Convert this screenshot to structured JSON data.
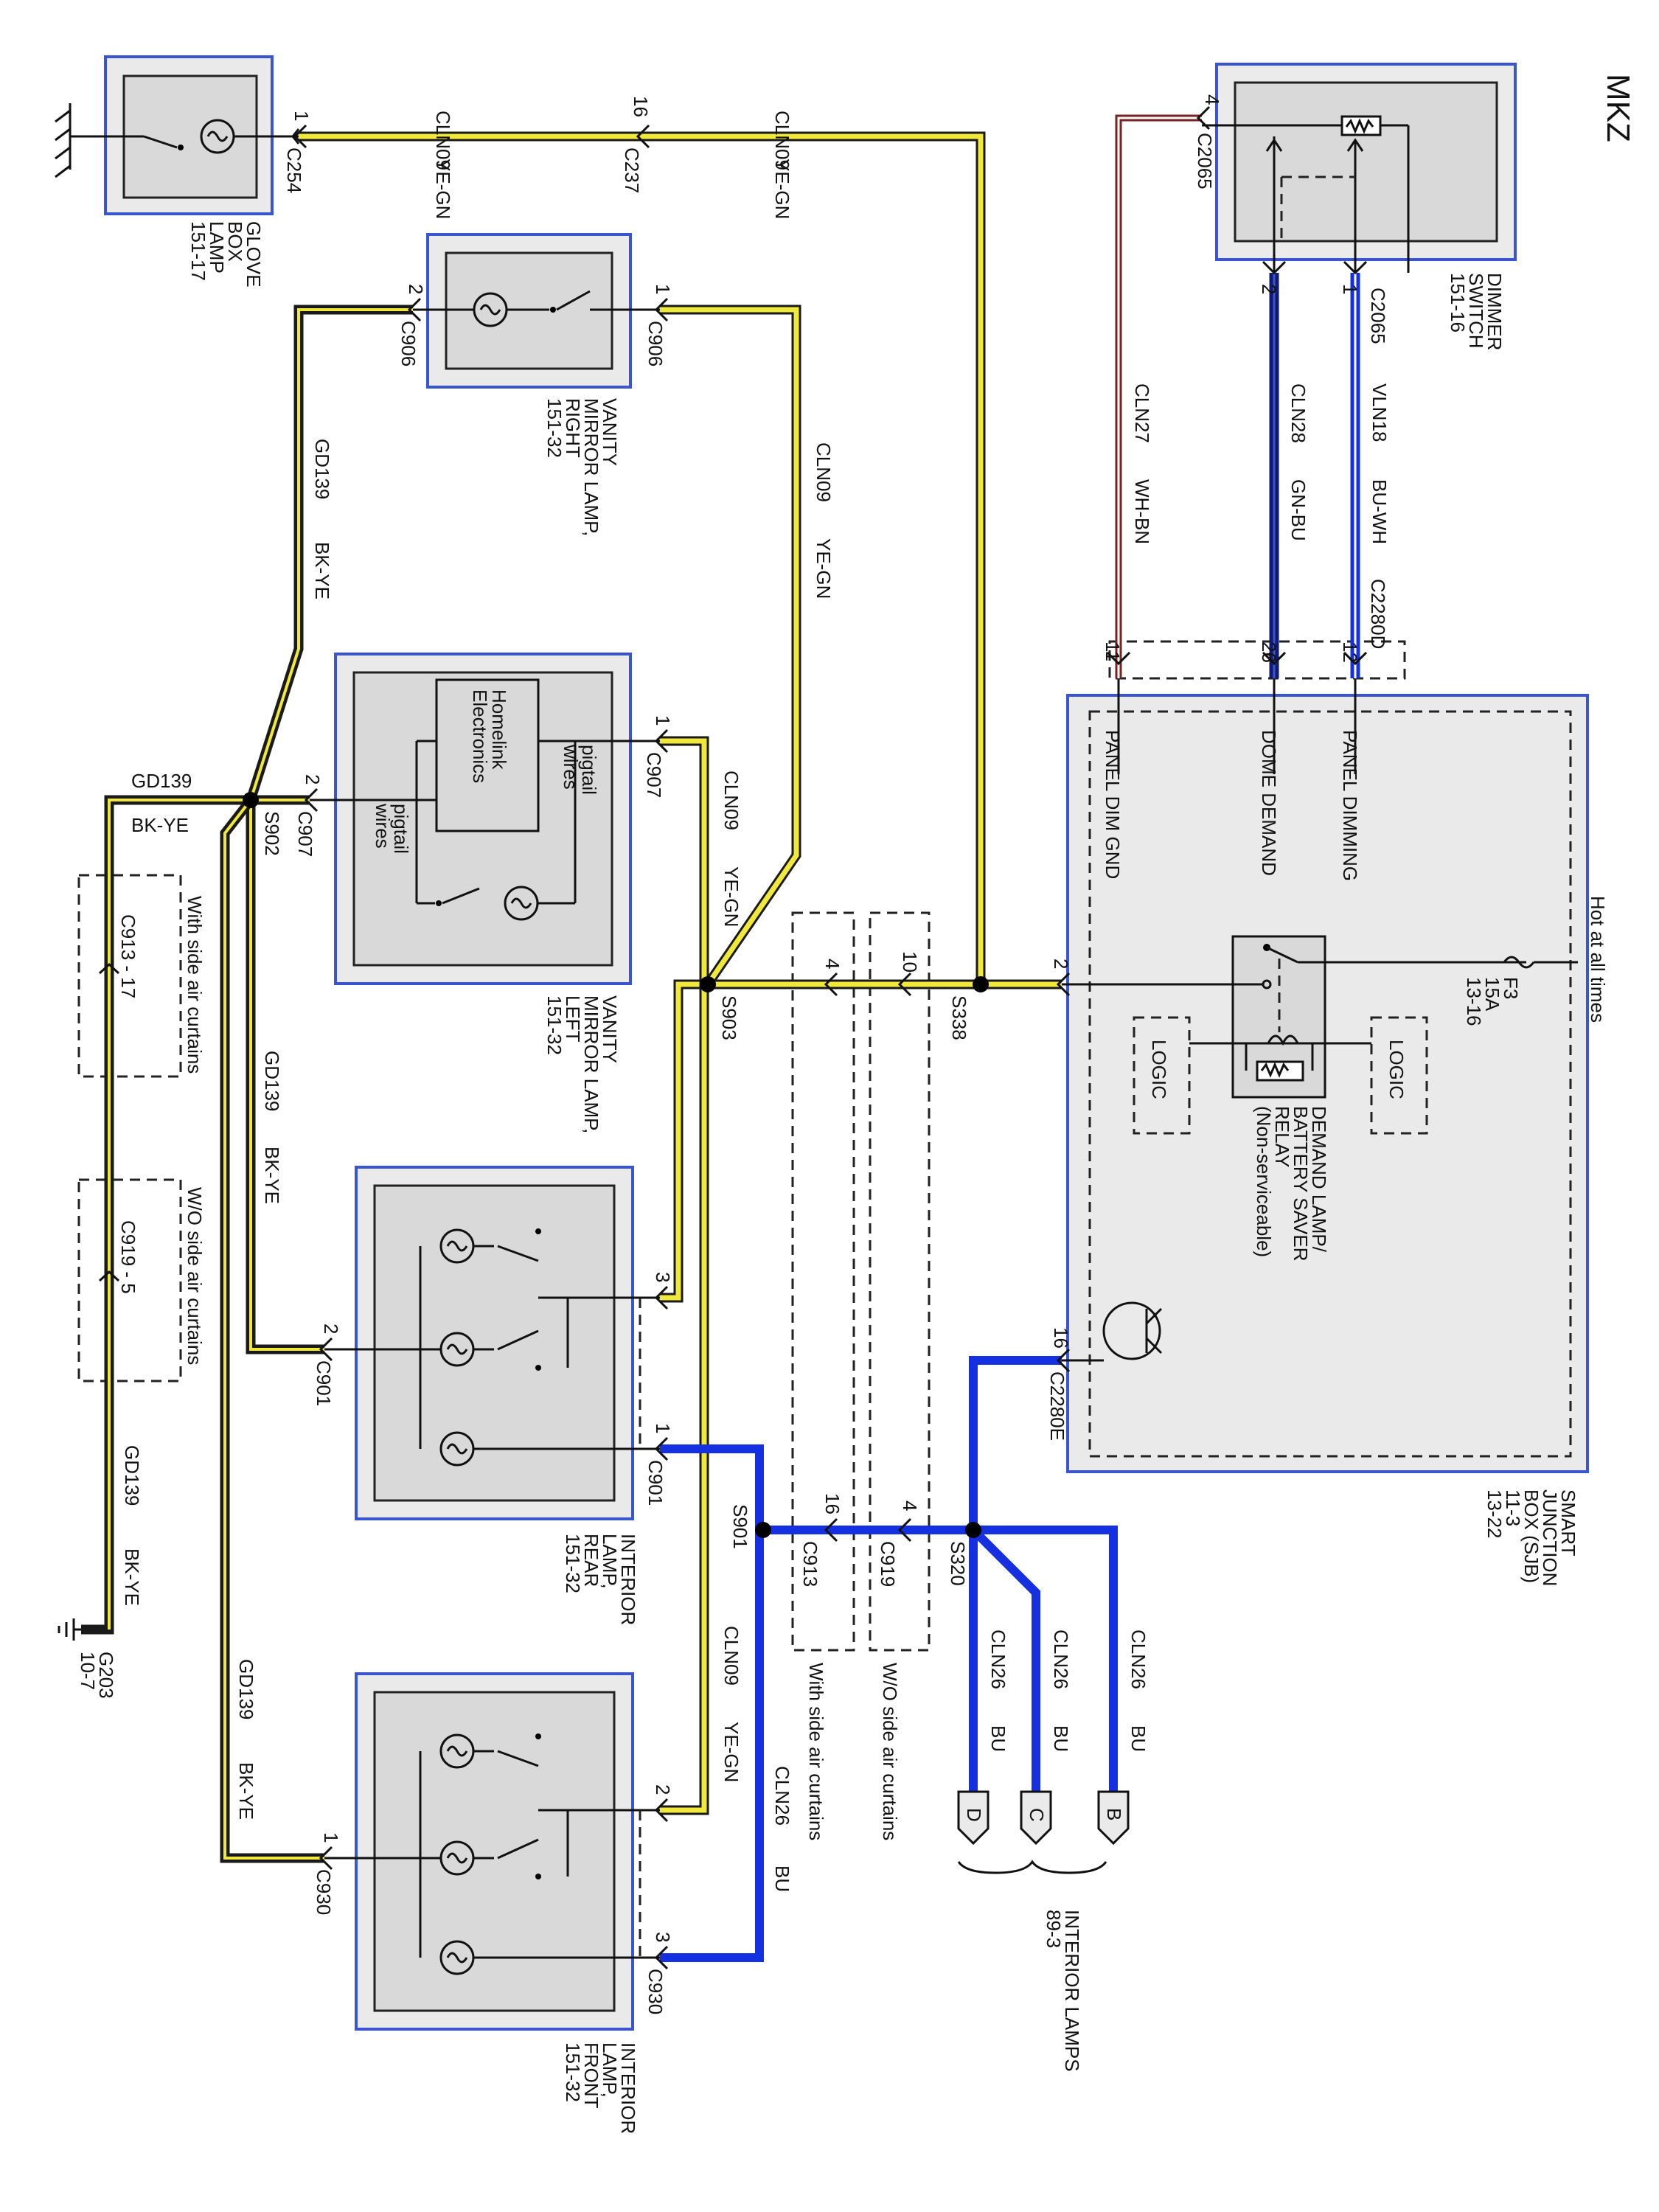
{
  "title": "MKZ",
  "components": {
    "glove_box": {
      "lines": [
        "GLOVE",
        "BOX",
        "LAMP",
        "151-17"
      ]
    },
    "vanity_right": {
      "lines": [
        "VANITY",
        "MIRROR LAMP,",
        "RIGHT",
        "151-32"
      ]
    },
    "vanity_left": {
      "lines": [
        "VANITY",
        "MIRROR LAMP,",
        "LEFT",
        "151-32"
      ],
      "homelink": [
        "Homelink",
        "Electronics"
      ],
      "pigtail": [
        "pigtail",
        "wires"
      ]
    },
    "interior_rear": {
      "lines": [
        "INTERIOR",
        "LAMP,",
        "REAR",
        "151-32"
      ]
    },
    "interior_front": {
      "lines": [
        "INTERIOR",
        "LAMP,",
        "FRONT",
        "151-32"
      ]
    },
    "dimmer": {
      "lines": [
        "DIMMER",
        "SWITCH",
        "151-16"
      ]
    },
    "sjb": {
      "lines": [
        "SMART",
        "JUNCTION",
        "BOX (SJB)",
        "11-3",
        "13-22"
      ],
      "panel_dim_gnd": "PANEL DIM GND",
      "dome_demand": "DOME DEMAND",
      "panel_dimming": "PANEL DIMMING",
      "hot": "Hot at all times",
      "fuse": [
        "F3",
        "15A",
        "13-16"
      ],
      "relay": [
        "DEMAND LAMP/",
        "BATTERY SAVER",
        "RELAY",
        "(Non-serviceable)"
      ],
      "logic": "LOGIC"
    },
    "interior_lamps": {
      "lines": [
        "INTERIOR LAMPS",
        "89-3"
      ],
      "b": "B",
      "c": "C",
      "d": "D"
    },
    "ground": {
      "lines": [
        "G203",
        "10-7"
      ]
    }
  },
  "connectors": {
    "c254": "C254",
    "c237": "C237",
    "c906": "C906",
    "c907": "C907",
    "c901": "C901",
    "c930": "C930",
    "c913": "C913",
    "c919": "C919",
    "c2065": "C2065",
    "c2280d": "C2280D",
    "c2280e": "C2280E",
    "c913_17": "C913 - 17",
    "c919_5": "C919 - 5"
  },
  "splices": {
    "s338": "S338",
    "s903": "S903",
    "s902": "S902",
    "s901": "S901",
    "s320": "S320"
  },
  "pins": {
    "p1": "1",
    "p2": "2",
    "p3": "3",
    "p4": "4",
    "p10": "10",
    "p11": "11",
    "p12": "12",
    "p16": "16",
    "p26": "26"
  },
  "wires": {
    "cln09": "CLN09",
    "ye_gn": "YE-GN",
    "gd139": "GD139",
    "bk_ye": "BK-YE",
    "cln26": "CLN26",
    "bu": "BU",
    "cln27": "CLN27",
    "wh_bn": "WH-BN",
    "cln28": "CLN28",
    "gn_bu": "GN-BU",
    "vln18": "VLN18",
    "bu_wh": "BU-WH"
  },
  "options": {
    "with_sac": "With side air curtains",
    "wo_sac": "W/O side air curtains"
  },
  "colors": {
    "ye_gn": "#f0e83a",
    "bu": "#1530e0",
    "component_border": "#3a55d0"
  }
}
